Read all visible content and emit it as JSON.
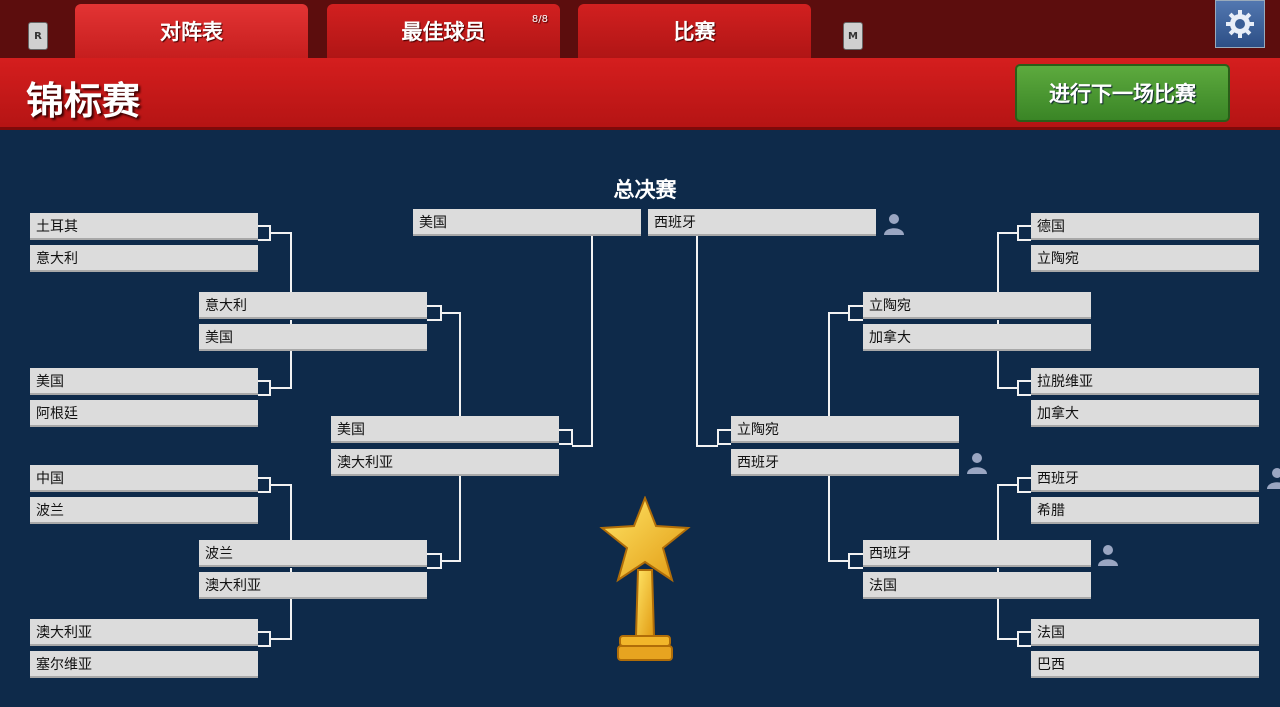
{
  "tabs": {
    "hotkey_left": "R",
    "hotkey_right": "M",
    "bracket_label": "对阵表",
    "players_label": "最佳球员",
    "players_badge": "8/8",
    "matches_label": "比赛"
  },
  "header": {
    "title": "锦标赛",
    "next_match_label": "进行下一场比赛"
  },
  "final": {
    "title": "总决赛",
    "team_left": "美国",
    "team_right": "西班牙"
  },
  "left": {
    "r16": [
      "土耳其",
      "意大利",
      "美国",
      "阿根廷",
      "中国",
      "波兰",
      "澳大利亚",
      "塞尔维亚"
    ],
    "qf": [
      "意大利",
      "美国",
      "波兰",
      "澳大利亚"
    ],
    "sf": [
      "美国",
      "澳大利亚"
    ]
  },
  "right": {
    "r16": [
      "德国",
      "立陶宛",
      "拉脱维亚",
      "加拿大",
      "西班牙",
      "希腊",
      "法国",
      "巴西"
    ],
    "qf": [
      "立陶宛",
      "加拿大",
      "西班牙",
      "法国"
    ],
    "sf": [
      "立陶宛",
      "西班牙"
    ]
  },
  "colors": {
    "background": "#0e2a4a",
    "header_red": "#c41a1a",
    "button_green": "#4a9a32",
    "slot_grey": "#dcdcdc"
  },
  "icons": {
    "settings": "gear-icon",
    "user_team": "person-icon",
    "trophy": "star-trophy-icon"
  }
}
